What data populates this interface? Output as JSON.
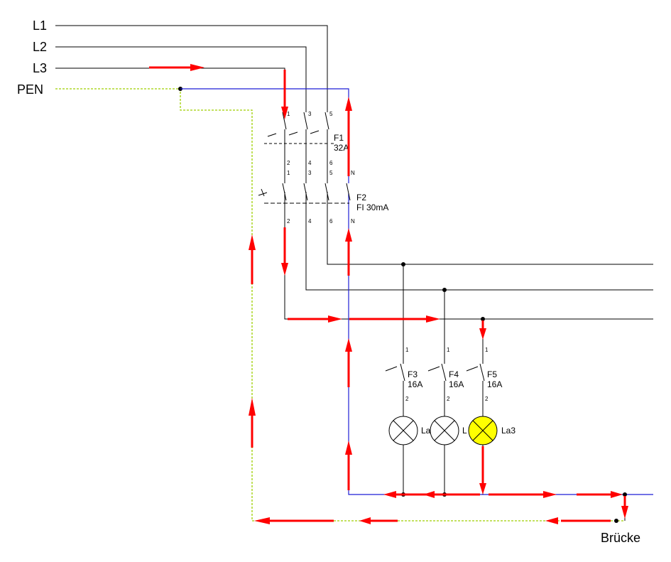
{
  "lines": {
    "l1": "L1",
    "l2": "L2",
    "l3": "L3",
    "pen": "PEN"
  },
  "f1": {
    "name": "F1",
    "rating": "32A",
    "terms_top": [
      "1",
      "3",
      "5"
    ],
    "terms_bottom": [
      "2",
      "4",
      "6"
    ]
  },
  "f2": {
    "name": "F2",
    "rating": "FI 30mA",
    "terms_top": [
      "1",
      "3",
      "5",
      "N"
    ],
    "terms_bottom": [
      "2",
      "4",
      "6",
      "N"
    ]
  },
  "f3": {
    "name": "F3",
    "rating": "16A",
    "term_top": "1",
    "term_bottom": "2"
  },
  "f4": {
    "name": "F4",
    "rating": "16A",
    "term_top": "1",
    "term_bottom": "2"
  },
  "f5": {
    "name": "F5",
    "rating": "16A",
    "term_top": "1",
    "term_bottom": "2"
  },
  "lamps": [
    {
      "label": "La",
      "on": false
    },
    {
      "label": "L",
      "on": false
    },
    {
      "label": "La3",
      "on": true
    }
  ],
  "bridge": "Brücke",
  "colors": {
    "flow": "#ff0000",
    "neutral": "#1f1fd6",
    "pe": "#9fcf00",
    "lamp_on": "#ffff00"
  }
}
